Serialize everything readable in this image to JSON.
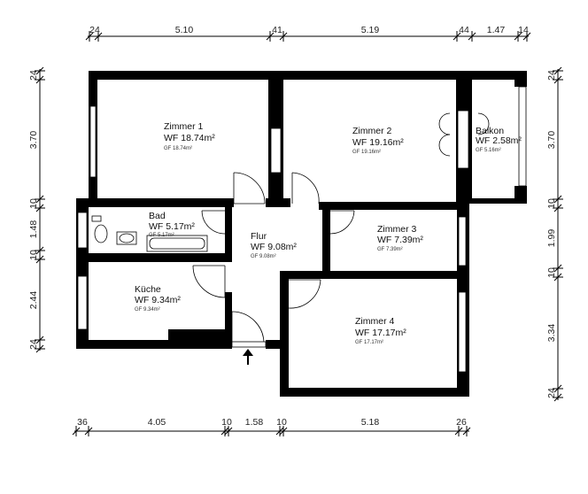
{
  "top_dimensions": [
    "24",
    "5.10",
    "41",
    "5.19",
    "44",
    "1.47",
    "14"
  ],
  "bottom_dimensions": [
    "36",
    "4.05",
    "10",
    "1.58",
    "10",
    "5.18",
    "26"
  ],
  "left_dimensions": [
    "24",
    "3.70",
    "10",
    "1.48",
    "10",
    "2.44",
    "24"
  ],
  "right_dimensions": [
    "24",
    "3.70",
    "10",
    "1.99",
    "10",
    "3.34",
    "24"
  ],
  "rooms": {
    "zimmer1": {
      "name": "Zimmer 1",
      "wf": "WF 18.74m²",
      "gf": "GF 18.74m²"
    },
    "zimmer2": {
      "name": "Zimmer 2",
      "wf": "WF 19.16m²",
      "gf": "GF 19.16m²"
    },
    "balkon": {
      "name": "Balkon",
      "wf": "WF 2.58m²",
      "gf": "GF 5.16m²"
    },
    "bad": {
      "name": "Bad",
      "wf": "WF 5.17m²",
      "gf": "GF 5.17m²"
    },
    "flur": {
      "name": "Flur",
      "wf": "WF 9.08m²",
      "gf": "GF 9.08m²"
    },
    "zimmer3": {
      "name": "Zimmer 3",
      "wf": "WF 7.39m²",
      "gf": "GF 7.39m²"
    },
    "kueche": {
      "name": "Küche",
      "wf": "WF 9.34m²",
      "gf": "GF 9.34m²"
    },
    "zimmer4": {
      "name": "Zimmer 4",
      "wf": "WF 17.17m²",
      "gf": "GF 17.17m²"
    }
  },
  "entrance_marker": "entrance-arrow-icon"
}
